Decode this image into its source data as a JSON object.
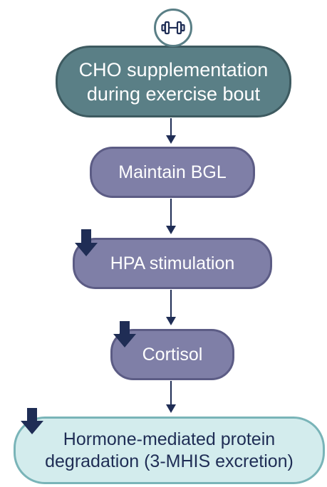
{
  "nodes": {
    "cho": {
      "line1": "CHO supplementation",
      "line2": "during exercise bout"
    },
    "bgl": {
      "label": "Maintain BGL"
    },
    "hpa": {
      "label": "HPA stimulation"
    },
    "cortisol": {
      "label": "Cortisol"
    },
    "degradation": {
      "line1": "Hormone-mediated protein",
      "line2": "degradation (3-MHIS excretion)"
    }
  },
  "icons": {
    "top": "dumbbell-icon",
    "decrease": "down-arrow-icon"
  },
  "colors": {
    "cho_fill": "#5a7f86",
    "step_fill": "#7f7fa7",
    "final_fill": "#d3eced",
    "arrow": "#1f2d55"
  }
}
